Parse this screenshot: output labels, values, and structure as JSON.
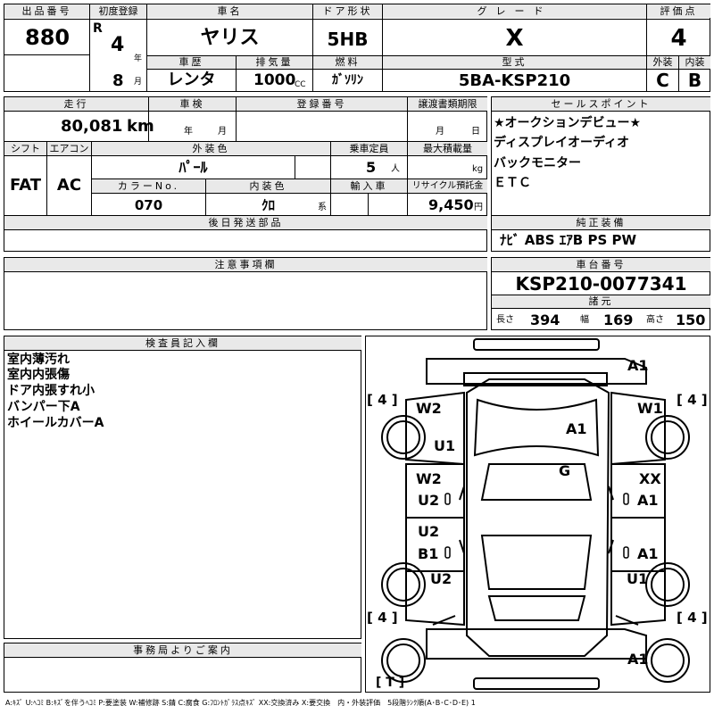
{
  "header": {
    "lot_label": "出品番号",
    "lot": "880",
    "reg_label": "初度登録",
    "era": "R",
    "reg_year": "4",
    "year_unit": "年",
    "reg_month": "8",
    "month_unit": "月",
    "name_label": "車名",
    "name": "ヤリス",
    "door_label": "ドア形状",
    "door": "5HB",
    "grade_label": "グレード",
    "grade": "X",
    "score_label": "評価点",
    "score": "4",
    "history_label": "車歴",
    "history": "レンタ",
    "disp_label": "排気量",
    "displacement": "1000",
    "disp_unit": "CC",
    "fuel_label": "燃料",
    "fuel": "ｶﾞｿﾘﾝ",
    "model_label": "型式",
    "model": "5BA-KSP210",
    "ext_grade_label": "外装",
    "ext_grade": "C",
    "int_grade_label": "内装",
    "int_grade": "B"
  },
  "details": {
    "mileage_label": "走行",
    "mileage": "80,081",
    "mileage_unit": "km",
    "inspection_label": "車検",
    "year_unit": "年",
    "month_unit": "月",
    "regno_label": "登録番号",
    "deadline_label": "譲渡書類期限",
    "day_unit": "日",
    "shift_label": "シフト",
    "shift": "FAT",
    "ac_label": "エアコン",
    "ac": "AC",
    "ext_color_label": "外装色",
    "ext_color": "ﾊﾟｰﾙ",
    "capacity_label": "乗車定員",
    "capacity": "5",
    "person_unit": "人",
    "load_label": "最大積載量",
    "load_unit": "kg",
    "color_no_label": "カラーNo.",
    "color_no": "070",
    "int_color_label": "内装色",
    "int_color": "ｸﾛ",
    "int_color_unit": "系",
    "import_label": "輸入車",
    "recycle_label": "リサイクル預託金",
    "recycle": "9,450",
    "yen_unit": "円",
    "later_parts_label": "後日発送部品"
  },
  "sales_points": {
    "label": "セールスポイント",
    "items": [
      "★オークションデビュー★",
      "ディスプレイオーディオ",
      "バックモニター",
      "ＥＴＣ"
    ]
  },
  "equipment": {
    "label": "純正装備",
    "items": "ﾅﾋﾞ ABS ｴｱB PS PW"
  },
  "notes": {
    "label": "注意事項欄"
  },
  "chassis": {
    "label": "車台番号",
    "number": "KSP210-0077341",
    "specs_label": "諸元",
    "length_label": "長さ",
    "length": "394",
    "width_label": "幅",
    "width": "169",
    "height_label": "高さ",
    "height": "150"
  },
  "inspector": {
    "label": "検査員記入欄",
    "lines": [
      "室内薄汚れ",
      "室内内張傷",
      "ドア内張すれ小",
      "バンパー下A",
      "ホイールカバーA"
    ]
  },
  "office": {
    "label": "事務局よりご案内"
  },
  "diagram": {
    "tires": [
      "[ 4 ]",
      "[ 4 ]",
      "[ 4 ]",
      "[ 4 ]"
    ],
    "trunk_tag": "[ T ]",
    "damage": {
      "front_bumper": "A1",
      "hood": "A1",
      "windshield": "G",
      "front_left_fender": "W2",
      "front_left_wheel": "U1",
      "front_right_fender": "W1",
      "left_front_door_upper": "W2",
      "left_front_door_lower": "U2",
      "right_front_door_upper": "XX",
      "right_front_door_lower": "A1",
      "left_rear_door_upper": "U2",
      "left_rear_door_lower": "B1",
      "right_rear_door": "A1",
      "left_rear_fender": "U2",
      "right_rear_fender": "U1",
      "rear_bumper": "A1"
    }
  },
  "legend": "A:ｷｽﾞ U:ﾍｺﾐ B:ｷｽﾞを伴うﾍｺﾐ P:要塗装 W:補修跡 S:錆 C:腐食 G:ﾌﾛﾝﾄｶﾞﾗｽ点ｷｽﾞ XX:交換済み X:要交換　内・外装評価　5段階ﾗﾝｸ順(A･B･C･D･E) 1"
}
